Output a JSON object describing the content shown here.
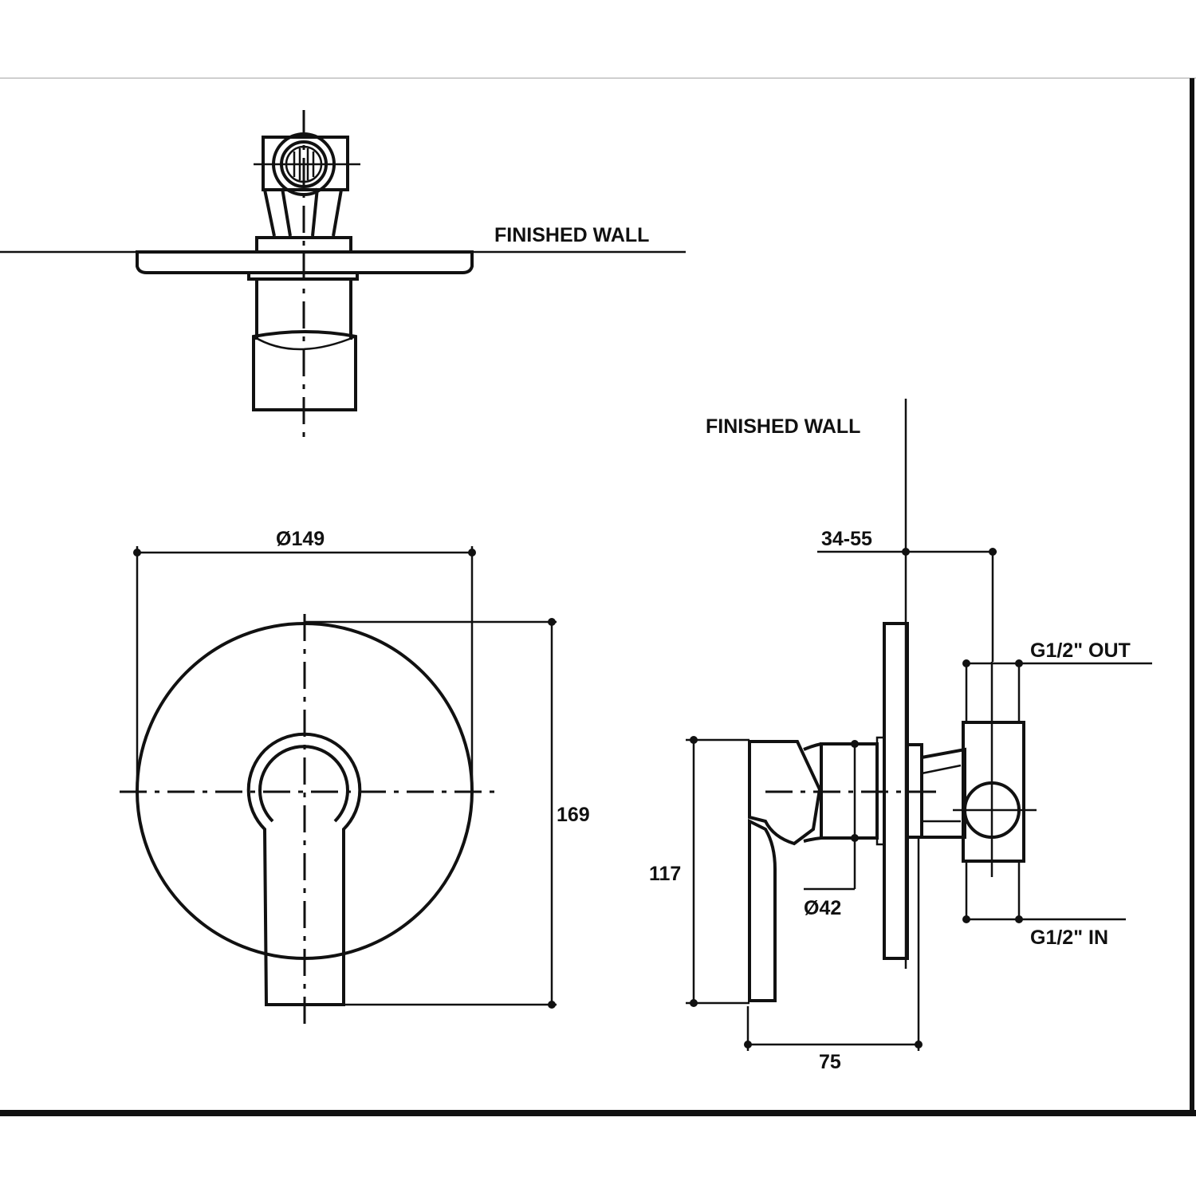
{
  "labels": {
    "finished_wall_top": "FINISHED WALL",
    "finished_wall_side": "FINISHED WALL",
    "plate_diameter": "Ø149",
    "overall_height": "169",
    "wall_depth_range": "34-55",
    "outlet": "G1/2\" OUT",
    "inlet": "G1/2\" IN",
    "body_height": "117",
    "sleeve_diameter": "Ø42",
    "projection": "75"
  }
}
